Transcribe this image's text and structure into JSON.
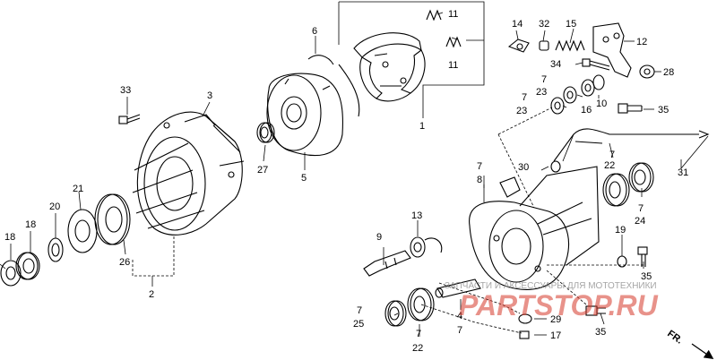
{
  "callouts": {
    "c18": "18",
    "c18b": "18",
    "c20": "20",
    "c21": "21",
    "c26": "26",
    "c2": "2",
    "c33": "33",
    "c3": "3",
    "c27": "27",
    "c5": "5",
    "c6": "6",
    "c11a": "11",
    "c11b": "11",
    "c1": "1",
    "c14": "14",
    "c32": "32",
    "c15": "15",
    "c12": "12",
    "c34": "34",
    "c28": "28",
    "c7a": "7",
    "c23a": "23",
    "c7b": "7",
    "c23b": "23",
    "c16": "16",
    "c10": "10",
    "c35a": "35",
    "c30": "30",
    "c7c": "7",
    "c8": "8",
    "c7d": "7",
    "c22a": "22",
    "c31": "31",
    "c7e": "7",
    "c24": "24",
    "c13": "13",
    "c9": "9",
    "c19": "19",
    "c35b": "35",
    "c7f": "7",
    "c25": "25",
    "c7g": "7",
    "c22b": "22",
    "c4": "4",
    "c7h": "7",
    "c29": "29",
    "c17": "17",
    "c35c": "35"
  },
  "watermark": {
    "top": "ЗАПЧАСТИ И АКСЕССУАРЫ ДЛЯ МОТОТЕХНИКИ",
    "brand": "PARTSTOP.RU"
  },
  "direction": "FR."
}
